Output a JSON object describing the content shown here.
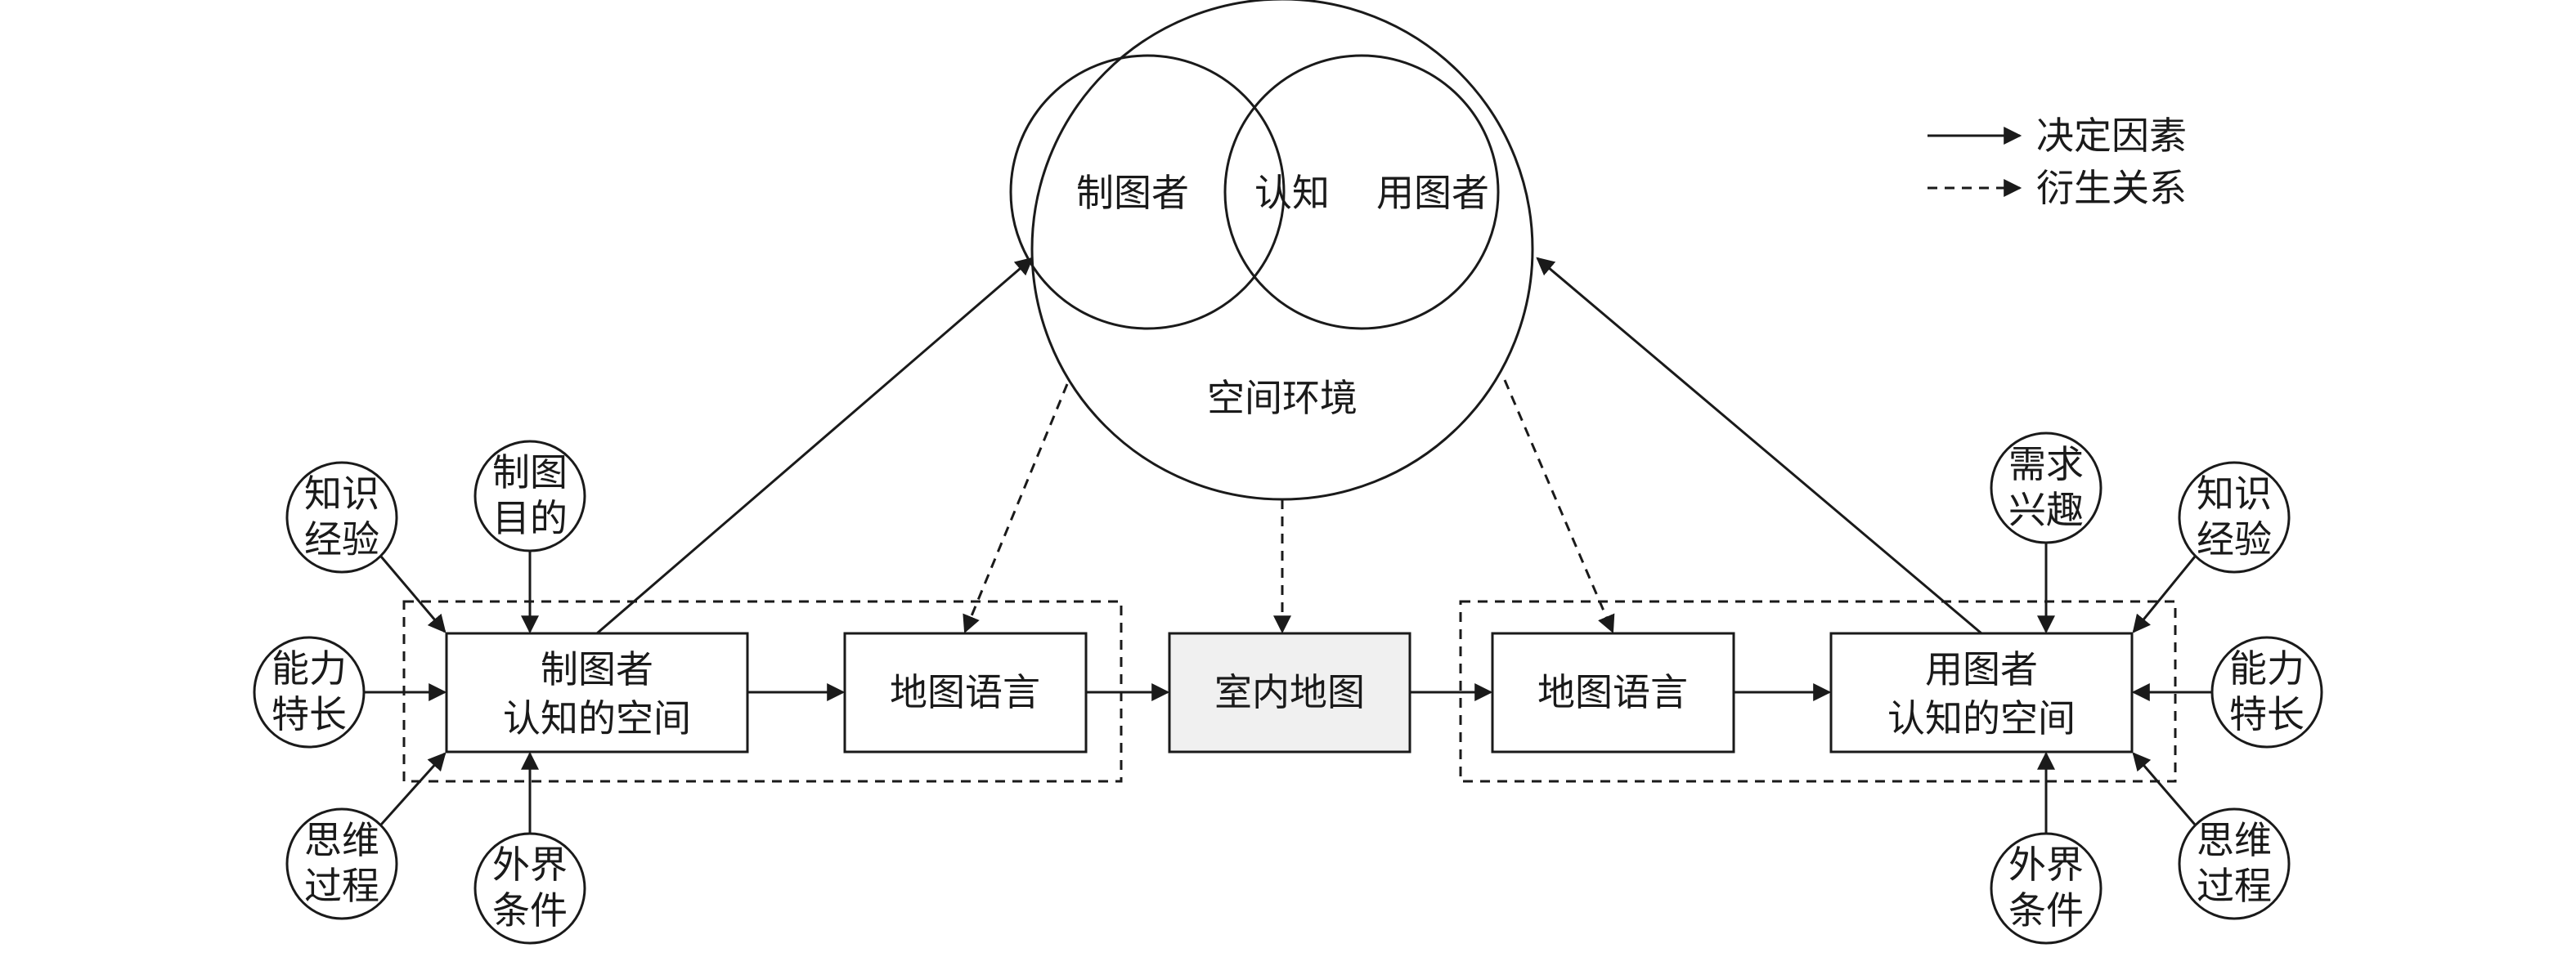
{
  "legend": {
    "solid_label": "决定因素",
    "dashed_label": "衍生关系"
  },
  "environment": {
    "left_label": "制图者",
    "center_label": "认知",
    "right_label": "用图者",
    "caption": "空间环境"
  },
  "center_box": {
    "label": "室内地图"
  },
  "left_group": {
    "cog_box": {
      "line1": "制图者",
      "line2": "认知的空间"
    },
    "lang_box": {
      "label": "地图语言"
    },
    "factors": {
      "knowledge": {
        "line1": "知识",
        "line2": "经验"
      },
      "purpose": {
        "line1": "制图",
        "line2": "目的"
      },
      "ability": {
        "line1": "能力",
        "line2": "特长"
      },
      "thinking": {
        "line1": "思维",
        "line2": "过程"
      },
      "external": {
        "line1": "外界",
        "line2": "条件"
      }
    }
  },
  "right_group": {
    "lang_box": {
      "label": "地图语言"
    },
    "cog_box": {
      "line1": "用图者",
      "line2": "认知的空间"
    },
    "factors": {
      "needs": {
        "line1": "需求",
        "line2": "兴趣"
      },
      "knowledge": {
        "line1": "知识",
        "line2": "经验"
      },
      "ability": {
        "line1": "能力",
        "line2": "特长"
      },
      "thinking": {
        "line1": "思维",
        "line2": "过程"
      },
      "external": {
        "line1": "外界",
        "line2": "条件"
      }
    }
  }
}
